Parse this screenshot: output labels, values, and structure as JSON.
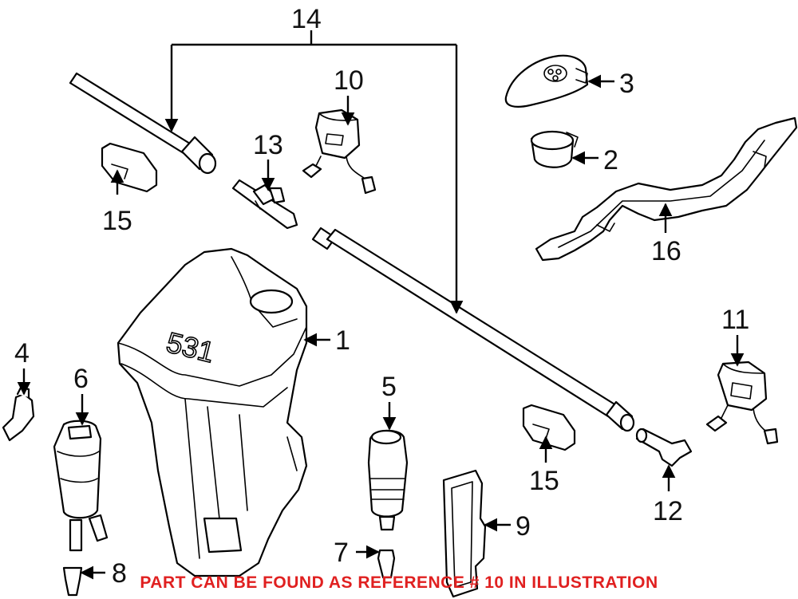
{
  "callouts": {
    "c1": "1",
    "c2": "2",
    "c3": "3",
    "c4": "4",
    "c5": "5",
    "c6": "6",
    "c7": "7",
    "c8": "8",
    "c9": "9",
    "c10": "10",
    "c11": "11",
    "c12": "12",
    "c13": "13",
    "c14": "14",
    "c15a": "15",
    "c15b": "15",
    "c16": "16"
  },
  "tank_marking": "531",
  "note": "PART CAN BE FOUND AS REFERENCE # 10 IN ILLUSTRATION",
  "colors": {
    "line": "#000000",
    "note": "#e02020",
    "background": "#ffffff"
  }
}
